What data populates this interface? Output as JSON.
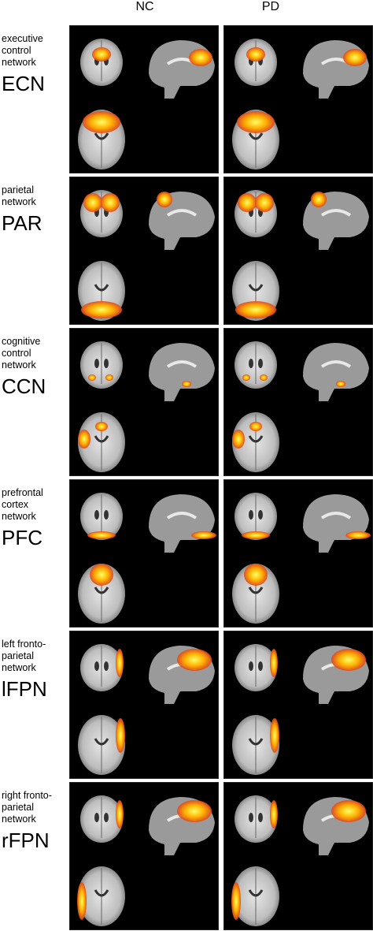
{
  "columns": [
    "NC",
    "PD"
  ],
  "networks": [
    {
      "label": "executive\ncontrol\nnetwork",
      "abbr": "ECN",
      "axial_activation": "frontal-bilateral",
      "sagittal_activation": "frontal"
    },
    {
      "label": "parietal\nnetwork",
      "abbr": "PAR",
      "axial_activation": "posterior-bilateral",
      "sagittal_activation": "parietal"
    },
    {
      "label": "cognitive\ncontrol\nnetwork",
      "abbr": "CCN",
      "axial_activation": "temporal-bilateral",
      "sagittal_activation": "temporal"
    },
    {
      "label": "prefrontal\ncortex\nnetwork",
      "abbr": "PFC",
      "axial_activation": "orbitofrontal",
      "sagittal_activation": "orbital"
    },
    {
      "label": "left fronto-\nparietal\nnetwork",
      "abbr": "lFPN",
      "axial_activation": "right-lateral",
      "sagittal_activation": "lateral"
    },
    {
      "label": "right fronto-\nparietal\nnetwork",
      "abbr": "rFPN",
      "axial_activation": "left-lateral",
      "sagittal_activation": "lateral"
    }
  ],
  "colors": {
    "background": "#000000",
    "activation_core": "#ffff66",
    "activation_edge": "#e0461a",
    "brain_gray": "#bdbdbd"
  }
}
